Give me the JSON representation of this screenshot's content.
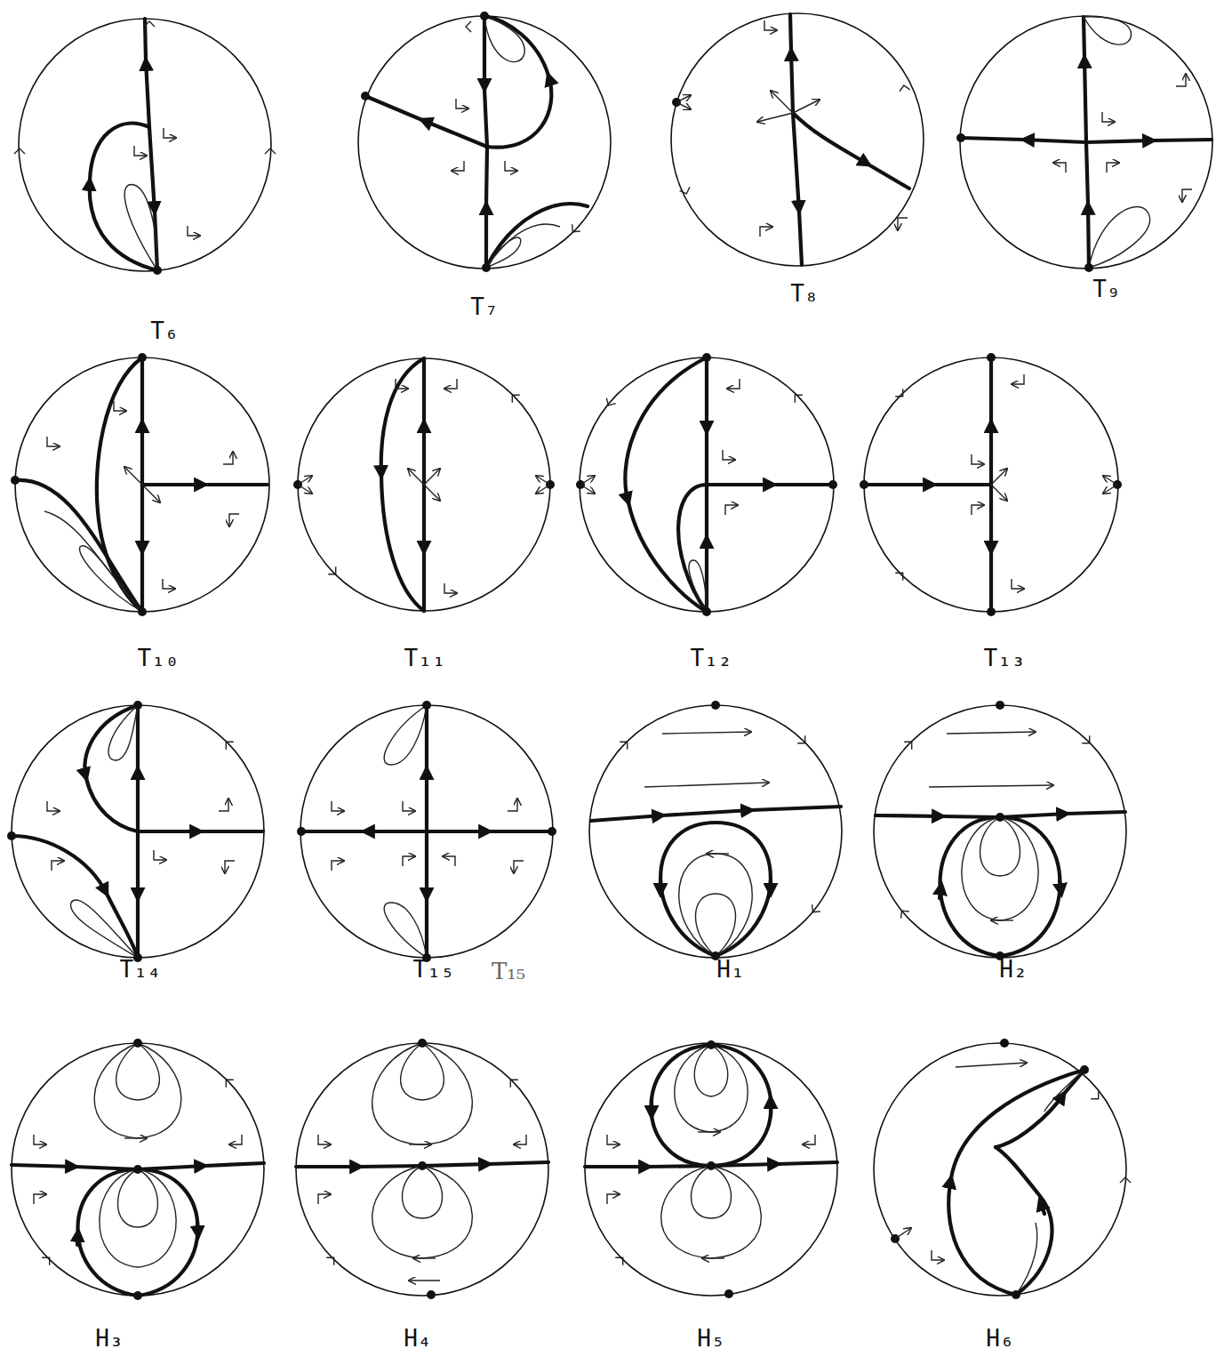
{
  "diagram": {
    "labels": [
      "T₆",
      "T₇",
      "T₈",
      "T₉",
      "T₁₀",
      "T₁₁",
      "T₁₂",
      "T₁₃",
      "T₁₄",
      "T₁₅",
      "T₁₅",
      "H₁",
      "H₂",
      "H₃",
      "H₄",
      "H₅",
      "H₆"
    ]
  }
}
